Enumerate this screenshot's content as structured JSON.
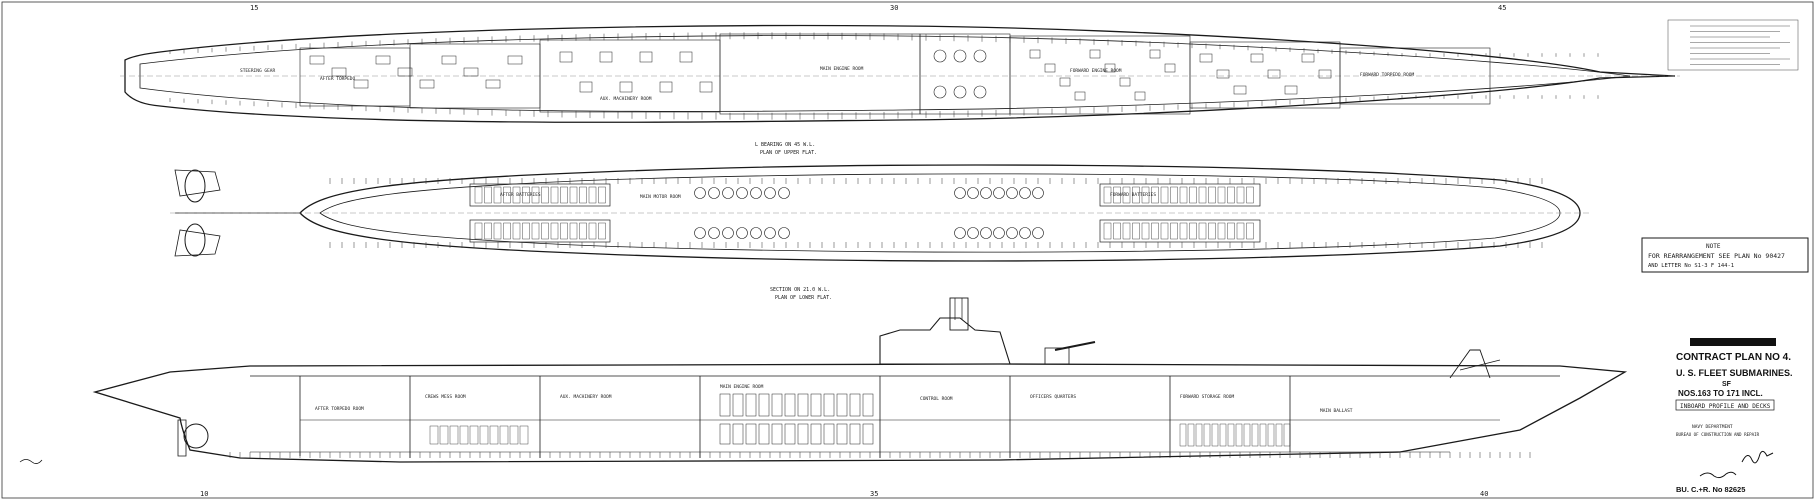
{
  "sheet": {
    "frame_numbers_top": [
      "15",
      "30",
      "45"
    ],
    "frame_numbers_bottom": [
      "10",
      "35",
      "40"
    ]
  },
  "views": {
    "upper": {
      "caption1": "L BEARING ON 45 W.L.",
      "caption2": "PLAN OF UPPER FLAT.",
      "rooms": [
        "STEERING GEAR",
        "AFTER TORPEDO",
        "MAIN ENGINE ROOM",
        "AUX. MACHINERY ROOM",
        "FORWARD ENGINE ROOM",
        "FORWARD TORPEDO ROOM"
      ]
    },
    "lower": {
      "caption1": "SECTION ON 21.0 W.L.",
      "caption2": "PLAN OF LOWER FLAT.",
      "rooms": [
        "AFTER BATTERIES",
        "MAIN MOTOR ROOM",
        "FORWARD BATTERIES"
      ]
    },
    "profile": {
      "rooms": [
        "AFTER TORPEDO ROOM",
        "CREWS MESS ROOM",
        "AUX. MACHINERY ROOM",
        "MAIN ENGINE ROOM",
        "CONTROL ROOM",
        "OFFICERS QUARTERS",
        "FORWARD STORAGE ROOM",
        "MAIN BALLAST"
      ]
    }
  },
  "note": {
    "heading": "NOTE",
    "line1": "FOR REARRANGEMENT SEE PLAN No 90427",
    "line2": "AND LETTER No S1-3 F 144-1"
  },
  "title_block": {
    "line1": "CONTRACT PLAN NO 4.",
    "line2": "U. S. FLEET SUBMARINES.",
    "line3": "SF",
    "line4": "NOS.163 TO 171 INCL.",
    "line5": "INBOARD PROFILE AND DECKS",
    "line6": "NAVY DEPARTMENT",
    "line7": "BUREAU OF CONSTRUCTION AND REPAIR",
    "plan_number": "BU. C.+R. No 82625"
  },
  "colors": {
    "ink": "#1a1a1a",
    "paper": "#ffffff"
  }
}
